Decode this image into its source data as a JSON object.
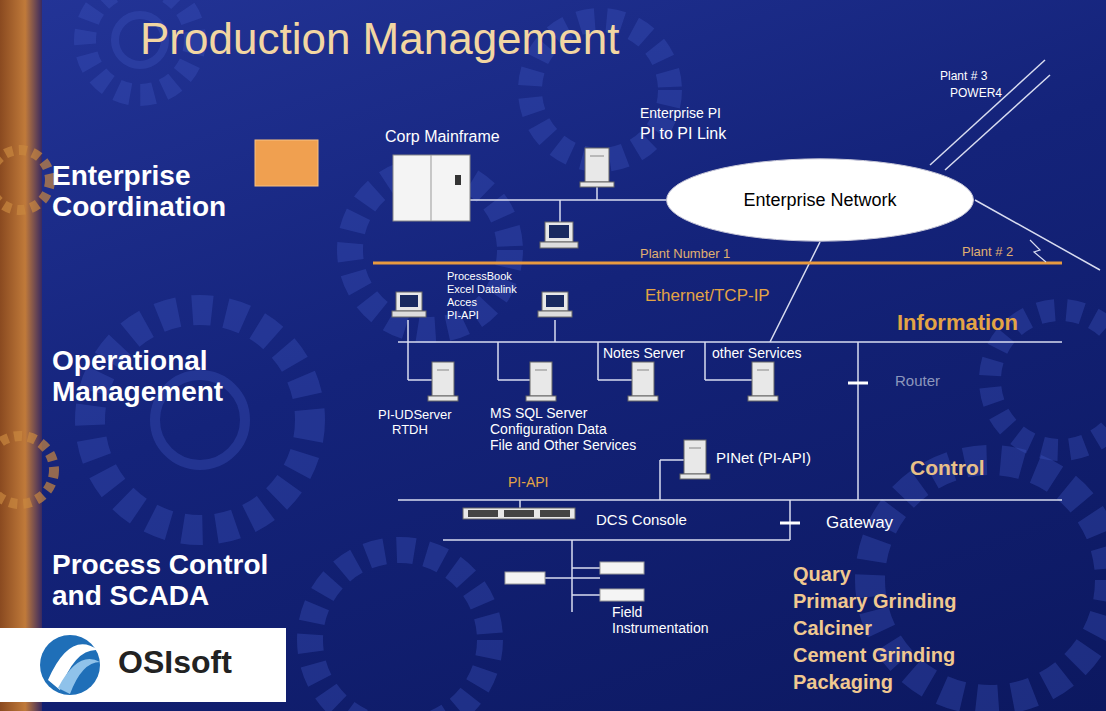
{
  "diagram": {
    "title": "Production Management",
    "nodes": [
      {
        "text": [
          "Enterprise Network"
        ]
      }
    ],
    "labels": [
      "Enterprise Coordination",
      "Corp Mainframe",
      "Enterprise PI",
      "PI to PI Link",
      "Plant # 3",
      "POWER4",
      "Plant Number 1",
      "Plant # 2",
      "ProcessBook",
      "Excel Datalink",
      "Acces",
      "PI-API",
      "Ethernet/TCP-IP",
      "Information",
      "Operational Management",
      "Notes Server",
      "other Services",
      "Router",
      "PI-UDServer",
      "RTDH",
      "MS SQL Server",
      "Configuration Data",
      "File and Other Services",
      "PINet (PI-API)",
      "Control",
      "PI-API",
      "DCS Console",
      "Gateway",
      "Process Control and SCADA",
      "Field Instrumentation",
      "Quary",
      "Primary Grinding",
      "Calciner",
      "Cement Grinding",
      "Packaging",
      "OSIsoft"
    ]
  }
}
